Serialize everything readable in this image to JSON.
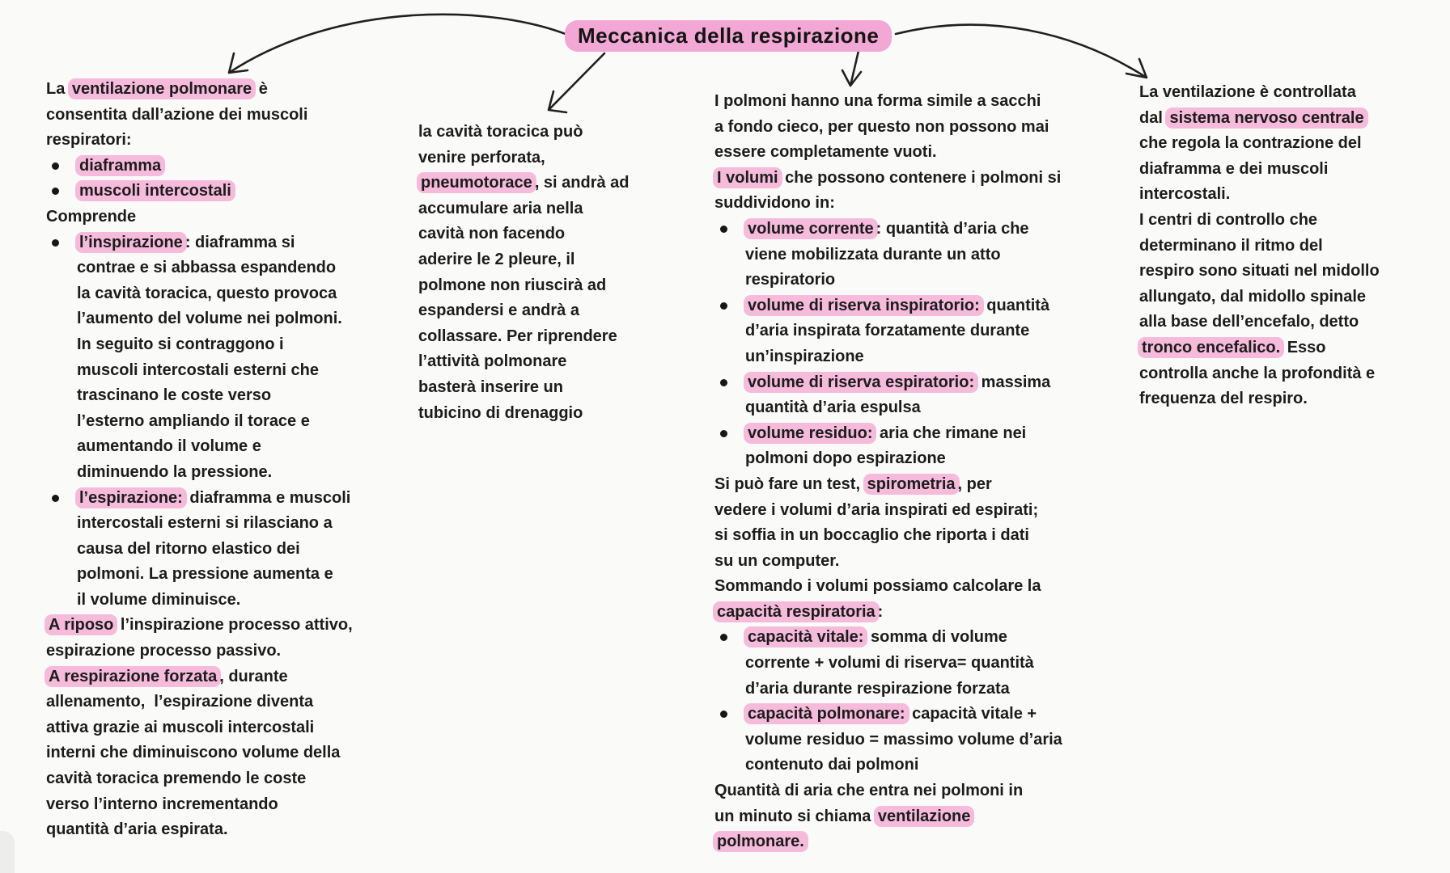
{
  "title": "Meccanica della respirazione",
  "colors": {
    "background": "#fafaf9",
    "ink": "#1c1c1c",
    "highlight_title": "#f3a7d4",
    "highlight_body": "#f6badb"
  },
  "arrows": [
    {
      "name": "arrow-to-column-1",
      "direction": "from title curving down-left"
    },
    {
      "name": "arrow-to-column-2",
      "direction": "from title straight down-left"
    },
    {
      "name": "arrow-to-column-3",
      "direction": "from title straight down"
    },
    {
      "name": "arrow-to-column-4",
      "direction": "from title curving down-right"
    }
  ],
  "columns": [
    {
      "id": "column-1",
      "lines": [
        {
          "seg": [
            [
              "La "
            ],
            [
              "ventilazione polmonare",
              1
            ],
            [
              " è"
            ]
          ]
        },
        {
          "seg": [
            [
              "consentita dall’azione dei muscoli"
            ]
          ]
        },
        {
          "seg": [
            [
              "respiratori:"
            ]
          ]
        },
        {
          "b": 1,
          "seg": [
            [
              "diaframma",
              1
            ]
          ]
        },
        {
          "b": 1,
          "seg": [
            [
              "muscoli intercostali",
              1
            ]
          ]
        },
        {
          "seg": [
            [
              "Comprende"
            ]
          ]
        },
        {
          "b": 1,
          "seg": [
            [
              "l’inspirazione",
              1
            ],
            [
              ": diaframma si"
            ]
          ]
        },
        {
          "ind": 1,
          "seg": [
            [
              "contrae e si abbassa espandendo"
            ]
          ]
        },
        {
          "ind": 1,
          "seg": [
            [
              "la cavità toracica, questo provoca"
            ]
          ]
        },
        {
          "ind": 1,
          "seg": [
            [
              "l’aumento del volume nei polmoni."
            ]
          ]
        },
        {
          "ind": 1,
          "seg": [
            [
              "In seguito si contraggono i"
            ]
          ]
        },
        {
          "ind": 1,
          "seg": [
            [
              "muscoli intercostali esterni che"
            ]
          ]
        },
        {
          "ind": 1,
          "seg": [
            [
              "trascinano le coste verso"
            ]
          ]
        },
        {
          "ind": 1,
          "seg": [
            [
              "l’esterno ampliando il torace e"
            ]
          ]
        },
        {
          "ind": 1,
          "seg": [
            [
              "aumentando il volume e"
            ]
          ]
        },
        {
          "ind": 1,
          "seg": [
            [
              "diminuendo la pressione."
            ]
          ]
        },
        {
          "b": 1,
          "seg": [
            [
              "l’espirazione:",
              1
            ],
            [
              " diaframma e muscoli"
            ]
          ]
        },
        {
          "ind": 1,
          "seg": [
            [
              "intercostali esterni si rilasciano a"
            ]
          ]
        },
        {
          "ind": 1,
          "seg": [
            [
              "causa del ritorno elastico dei"
            ]
          ]
        },
        {
          "ind": 1,
          "seg": [
            [
              "polmoni. La pressione aumenta e"
            ]
          ]
        },
        {
          "ind": 1,
          "seg": [
            [
              "il volume diminuisce."
            ]
          ]
        },
        {
          "seg": [
            [
              "A riposo",
              1
            ],
            [
              " l’inspirazione processo attivo,"
            ]
          ]
        },
        {
          "seg": [
            [
              "espirazione processo passivo."
            ]
          ]
        },
        {
          "seg": [
            [
              "A respirazione forzata",
              1
            ],
            [
              ", durante"
            ]
          ]
        },
        {
          "seg": [
            [
              "allenamento,  l’espirazione diventa"
            ]
          ]
        },
        {
          "seg": [
            [
              "attiva grazie ai muscoli intercostali"
            ]
          ]
        },
        {
          "seg": [
            [
              "interni che diminuiscono volume della"
            ]
          ]
        },
        {
          "seg": [
            [
              "cavità toracica premendo le coste"
            ]
          ]
        },
        {
          "seg": [
            [
              "verso l’interno incrementando"
            ]
          ]
        },
        {
          "seg": [
            [
              "quantità d’aria espirata."
            ]
          ]
        }
      ]
    },
    {
      "id": "column-2",
      "lines": [
        {
          "seg": [
            [
              "la cavità toracica può"
            ]
          ]
        },
        {
          "seg": [
            [
              "venire perforata,"
            ]
          ]
        },
        {
          "seg": [
            [
              "pneumotorace",
              1
            ],
            [
              ", si andrà ad"
            ]
          ]
        },
        {
          "seg": [
            [
              "accumulare aria nella"
            ]
          ]
        },
        {
          "seg": [
            [
              "cavità non facendo"
            ]
          ]
        },
        {
          "seg": [
            [
              "aderire le 2 pleure, il"
            ]
          ]
        },
        {
          "seg": [
            [
              "polmone non riuscirà ad"
            ]
          ]
        },
        {
          "seg": [
            [
              "espandersi e andrà a"
            ]
          ]
        },
        {
          "seg": [
            [
              "collassare. Per riprendere"
            ]
          ]
        },
        {
          "seg": [
            [
              "l’attività polmonare"
            ]
          ]
        },
        {
          "seg": [
            [
              "basterà inserire un"
            ]
          ]
        },
        {
          "seg": [
            [
              "tubicino di drenaggio"
            ]
          ]
        }
      ]
    },
    {
      "id": "column-3",
      "lines": [
        {
          "seg": [
            [
              "I polmoni hanno una forma simile a sacchi"
            ]
          ]
        },
        {
          "seg": [
            [
              "a fondo cieco, per questo non possono mai"
            ]
          ]
        },
        {
          "seg": [
            [
              "essere completamente vuoti."
            ]
          ]
        },
        {
          "seg": [
            [
              "I volumi",
              1
            ],
            [
              " che possono contenere i polmoni si"
            ]
          ]
        },
        {
          "seg": [
            [
              "suddividono in:"
            ]
          ]
        },
        {
          "b": 1,
          "seg": [
            [
              "volume corrente",
              1
            ],
            [
              ": quantità d’aria che"
            ]
          ]
        },
        {
          "ind": 1,
          "seg": [
            [
              "viene mobilizzata durante un atto"
            ]
          ]
        },
        {
          "ind": 1,
          "seg": [
            [
              "respiratorio"
            ]
          ]
        },
        {
          "b": 1,
          "seg": [
            [
              "volume di riserva inspiratorio:",
              1
            ],
            [
              " quantità"
            ]
          ]
        },
        {
          "ind": 1,
          "seg": [
            [
              "d’aria inspirata forzatamente durante"
            ]
          ]
        },
        {
          "ind": 1,
          "seg": [
            [
              "un’inspirazione"
            ]
          ]
        },
        {
          "b": 1,
          "seg": [
            [
              "volume di riserva espiratorio:",
              1
            ],
            [
              " massima"
            ]
          ]
        },
        {
          "ind": 1,
          "seg": [
            [
              "quantità d’aria espulsa"
            ]
          ]
        },
        {
          "b": 1,
          "seg": [
            [
              "volume residuo:",
              1
            ],
            [
              " aria che rimane nei"
            ]
          ]
        },
        {
          "ind": 1,
          "seg": [
            [
              "polmoni dopo espirazione"
            ]
          ]
        },
        {
          "seg": [
            [
              "Si può fare un test, "
            ],
            [
              "spirometria",
              1
            ],
            [
              ", per"
            ]
          ]
        },
        {
          "seg": [
            [
              "vedere i volumi d’aria inspirati ed espirati;"
            ]
          ]
        },
        {
          "seg": [
            [
              "si soffia in un boccaglio che riporta i dati"
            ]
          ]
        },
        {
          "seg": [
            [
              "su un computer."
            ]
          ]
        },
        {
          "seg": [
            [
              "Sommando i volumi possiamo calcolare la"
            ]
          ]
        },
        {
          "seg": [
            [
              "capacità respiratoria",
              1
            ],
            [
              ":"
            ]
          ]
        },
        {
          "b": 1,
          "seg": [
            [
              "capacità vitale:",
              1
            ],
            [
              " somma di volume"
            ]
          ]
        },
        {
          "ind": 1,
          "seg": [
            [
              "corrente + volumi di riserva= quantità"
            ]
          ]
        },
        {
          "ind": 1,
          "seg": [
            [
              "d’aria durante respirazione forzata"
            ]
          ]
        },
        {
          "b": 1,
          "seg": [
            [
              "capacità polmonare:",
              1
            ],
            [
              " capacità vitale +"
            ]
          ]
        },
        {
          "ind": 1,
          "seg": [
            [
              "volume residuo = massimo volume d’aria"
            ]
          ]
        },
        {
          "ind": 1,
          "seg": [
            [
              "contenuto dai polmoni"
            ]
          ]
        },
        {
          "seg": [
            [
              "Quantità di aria che entra nei polmoni in"
            ]
          ]
        },
        {
          "seg": [
            [
              "un minuto si chiama "
            ],
            [
              "ventilazione",
              1
            ]
          ]
        },
        {
          "seg": [
            [
              "polmonare.",
              1
            ]
          ]
        }
      ]
    },
    {
      "id": "column-4",
      "lines": [
        {
          "seg": [
            [
              "La ventilazione è controllata"
            ]
          ]
        },
        {
          "seg": [
            [
              "dal "
            ],
            [
              "sistema nervoso centrale",
              1
            ]
          ]
        },
        {
          "seg": [
            [
              "che regola la contrazione del"
            ]
          ]
        },
        {
          "seg": [
            [
              "diaframma e dei muscoli"
            ]
          ]
        },
        {
          "seg": [
            [
              "intercostali."
            ]
          ]
        },
        {
          "seg": [
            [
              "I centri di controllo che"
            ]
          ]
        },
        {
          "seg": [
            [
              "determinano il ritmo del"
            ]
          ]
        },
        {
          "seg": [
            [
              "respiro sono situati nel midollo"
            ]
          ]
        },
        {
          "seg": [
            [
              "allungato, dal midollo spinale"
            ]
          ]
        },
        {
          "seg": [
            [
              "alla base dell’encefalo, detto"
            ]
          ]
        },
        {
          "seg": [
            [
              "tronco encefalico.",
              1
            ],
            [
              " Esso"
            ]
          ]
        },
        {
          "seg": [
            [
              "controlla anche la profondità e"
            ]
          ]
        },
        {
          "seg": [
            [
              "frequenza del respiro."
            ]
          ]
        }
      ]
    }
  ]
}
